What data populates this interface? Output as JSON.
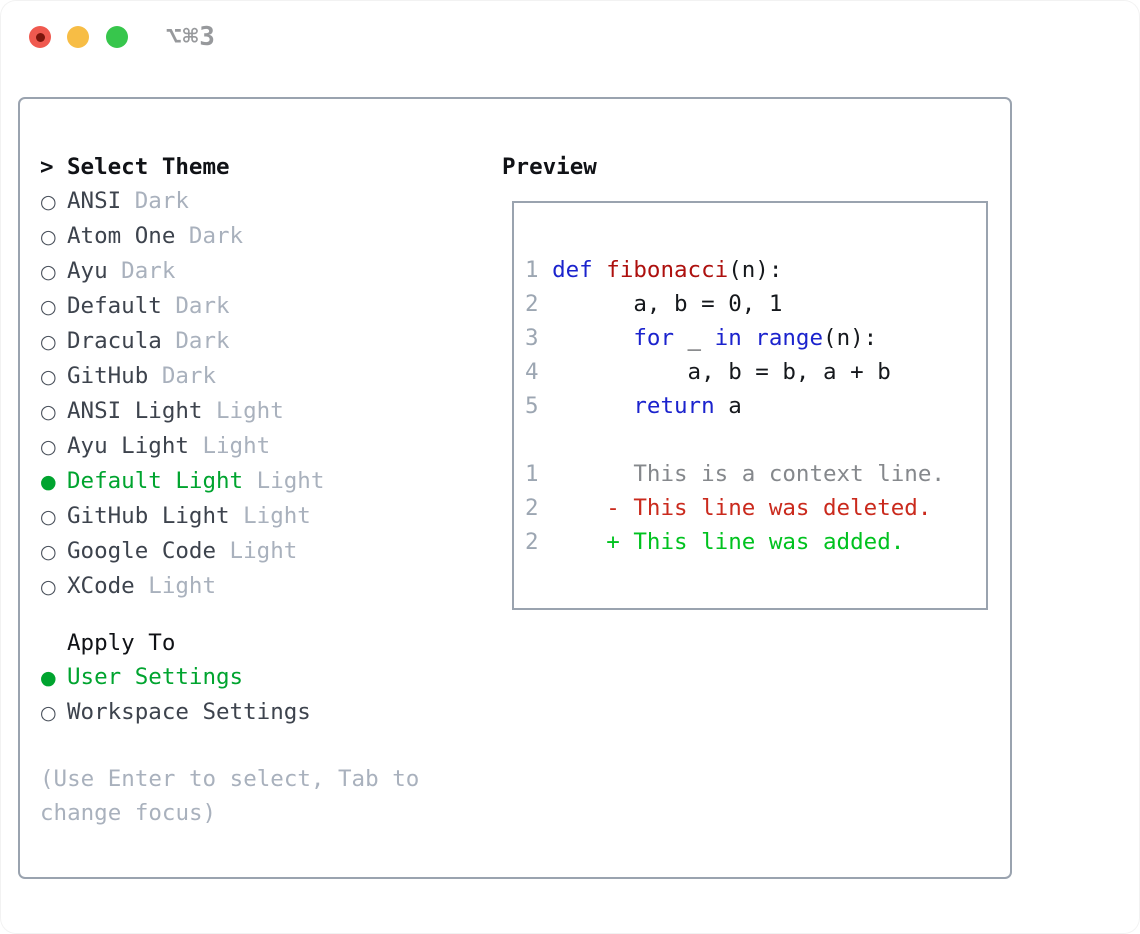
{
  "window": {
    "title": "⌥⌘3",
    "traffic_lights": [
      "close",
      "minimize",
      "zoom"
    ]
  },
  "icons": {
    "radio_unselected_glyph": "○",
    "radio_selected_glyph": "●",
    "focus_caret_glyph": ">"
  },
  "theme_panel": {
    "header": {
      "prefix": ">",
      "label": "Select Theme"
    },
    "themes": [
      {
        "name": "ANSI",
        "variant": "Dark",
        "selected": false
      },
      {
        "name": "Atom One",
        "variant": "Dark",
        "selected": false
      },
      {
        "name": "Ayu",
        "variant": "Dark",
        "selected": false
      },
      {
        "name": "Default",
        "variant": "Dark",
        "selected": false
      },
      {
        "name": "Dracula",
        "variant": "Dark",
        "selected": false
      },
      {
        "name": "GitHub",
        "variant": "Dark",
        "selected": false
      },
      {
        "name": "ANSI Light",
        "variant": "Light",
        "selected": false
      },
      {
        "name": "Ayu Light",
        "variant": "Light",
        "selected": false
      },
      {
        "name": "Default Light",
        "variant": "Light",
        "selected": true
      },
      {
        "name": "GitHub Light",
        "variant": "Light",
        "selected": false
      },
      {
        "name": "Google Code",
        "variant": "Light",
        "selected": false
      },
      {
        "name": "XCode",
        "variant": "Light",
        "selected": false
      }
    ],
    "apply_to": {
      "label": "Apply To",
      "options": [
        {
          "name": "User Settings",
          "selected": true
        },
        {
          "name": "Workspace Settings",
          "selected": false
        }
      ]
    },
    "hint_lines": [
      "(Use Enter to select, Tab to",
      "change focus)"
    ]
  },
  "preview": {
    "label": "Preview",
    "code_lines": [
      [
        [
          "1 ",
          "g"
        ],
        [
          "def",
          "kw"
        ],
        [
          " ",
          "pl"
        ],
        [
          "fibonacci",
          "fn"
        ],
        [
          "(n):",
          "pl"
        ]
      ],
      [
        [
          "2",
          "g"
        ],
        [
          "       a, b = 0, 1",
          "pl"
        ]
      ],
      [
        [
          "3",
          "g"
        ],
        [
          "       ",
          "pl"
        ],
        [
          "for",
          "kw"
        ],
        [
          " _ ",
          "pl"
        ],
        [
          "in",
          "kw"
        ],
        [
          " ",
          "pl"
        ],
        [
          "range",
          "kw"
        ],
        [
          "(n):",
          "pl"
        ]
      ],
      [
        [
          "4",
          "g"
        ],
        [
          "           a, b = b, a + b",
          "pl"
        ]
      ],
      [
        [
          "5",
          "g"
        ],
        [
          "       ",
          "pl"
        ],
        [
          "return",
          "kw"
        ],
        [
          " a",
          "pl"
        ]
      ],
      [],
      [
        [
          "1",
          "g"
        ],
        [
          "       This is a context line.",
          "ctx"
        ]
      ],
      [
        [
          "2",
          "g"
        ],
        [
          "     - This line was deleted.",
          "del"
        ]
      ],
      [
        [
          "2",
          "g"
        ],
        [
          "     + This line was added.",
          "add"
        ]
      ]
    ]
  },
  "colors": {
    "panel_border": "#9aa3af",
    "text_dark": "#101216",
    "text_name": "#3d434d",
    "text_muted": "#a9b1bd",
    "radio_ring": "#474e59",
    "accent_green": "#00a42f",
    "kw_blue": "#1b23cd",
    "fn_red": "#ad100e",
    "code_plain": "#15181c",
    "gutter": "#9ca6b2",
    "ctx_gray": "#85888c",
    "diff_red": "#ca2a1d",
    "diff_green": "#00c21f",
    "title_gray": "#97999c",
    "light_red": "#f0594f",
    "light_red_dot": "#7c150c",
    "light_yellow": "#f7bd45",
    "light_green": "#37c64c"
  }
}
